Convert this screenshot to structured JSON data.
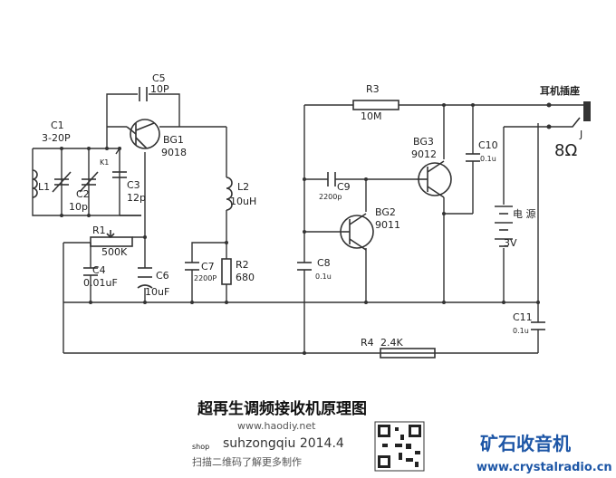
{
  "components": {
    "c1": {
      "ref": "C1",
      "value": "3-20P"
    },
    "c5": {
      "ref": "C5",
      "value": "10P"
    },
    "bg1": {
      "ref": "BG1",
      "value": "9018"
    },
    "k1": {
      "ref": "K1"
    },
    "c3": {
      "ref": "C3",
      "value": "12p"
    },
    "l1": {
      "ref": "L1"
    },
    "c2": {
      "ref": "C2",
      "value": "10p"
    },
    "l2": {
      "ref": "L2",
      "value": "10uH"
    },
    "r1": {
      "ref": "R1",
      "value": "500K"
    },
    "c4": {
      "ref": "C4",
      "value": "0.01uF"
    },
    "c6": {
      "ref": "C6",
      "value": "10uF"
    },
    "c7": {
      "ref": "C7",
      "value": "2200P"
    },
    "r2": {
      "ref": "R2",
      "value": "680"
    },
    "r3": {
      "ref": "R3",
      "value": "10M"
    },
    "bg3": {
      "ref": "BG3",
      "value": "9012"
    },
    "c10": {
      "ref": "C10",
      "value": "0.1u"
    },
    "c9": {
      "ref": "C9",
      "value": "2200p"
    },
    "bg2": {
      "ref": "BG2",
      "value": "9011"
    },
    "c8": {
      "ref": "C8",
      "value": "0.1u"
    },
    "c11": {
      "ref": "C11",
      "value": "0.1u"
    },
    "r4": {
      "ref": "R4",
      "value": "2.4K"
    },
    "power": {
      "label": "电 源",
      "value": "3V"
    },
    "jack": {
      "label": "耳机插座",
      "ref": "J",
      "impedance": "8Ω"
    }
  },
  "title": "超再生调频接收机原理图",
  "credit": "suhzongqiu  2014.4",
  "watermark": {
    "site": "www.haodiy.net",
    "shop": "shop",
    "scan": "扫描二维码了解更多制作"
  },
  "brand": {
    "name": "矿石收音机",
    "url": "www.crystalradio.cn",
    "color": "#1d56a6"
  }
}
